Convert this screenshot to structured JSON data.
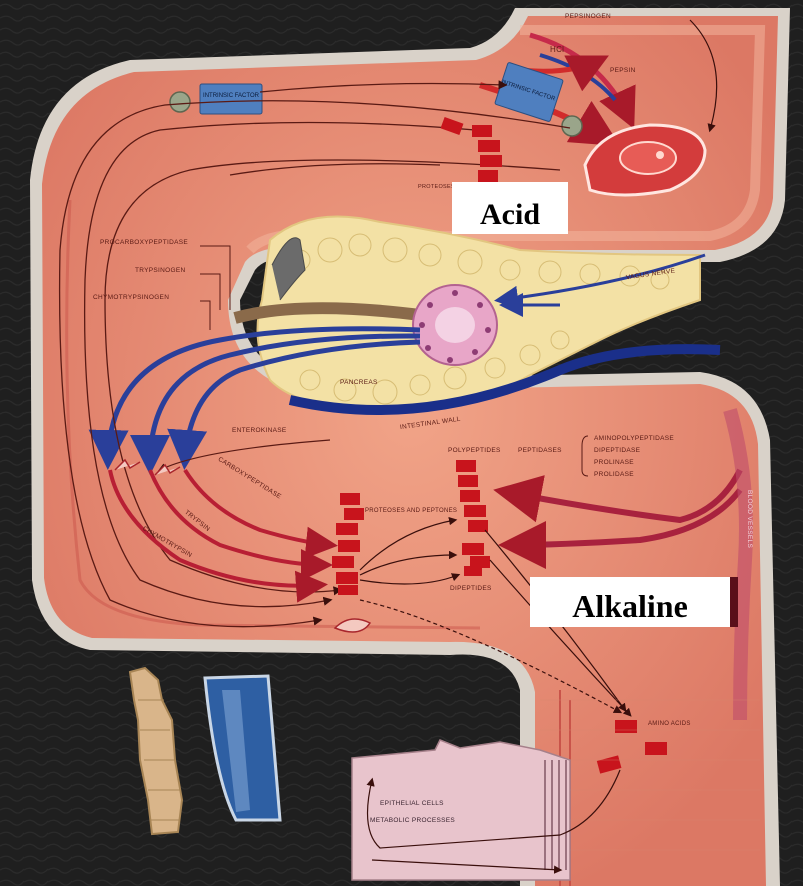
{
  "labels": {
    "acid": "Acid",
    "alkaline": "Alkaline",
    "pepsinogen": "PEPSINOGEN",
    "hcl": "HCl",
    "pepsin": "PEPSIN",
    "intrinsic_factor_1": "INTRINSIC FACTOR",
    "intrinsic_factor_2": "INTRINSIC FACTOR",
    "proteoses": "PROTEOSES AND PEPTONES",
    "procarboxypeptidase": "PROCARBOXYPEPTIDASE",
    "trypsinogen": "TRYPSINOGEN",
    "chymotrypsinogen": "CHYMOTRYPSINOGEN",
    "vagus": "VAGUS NERVE",
    "pancreas": "PANCREAS",
    "intestinal_wall": "INTESTINAL WALL",
    "enterokinase": "ENTEROKINASE",
    "carboxypeptidase": "CARBOXYPEPTIDASE",
    "trypsin": "TRYPSIN",
    "chymotrypsin": "CHYMOTRYPSIN",
    "polypeptides": "POLYPEPTIDES",
    "proteoses_peptones": "PROTEOSES AND PEPTONES",
    "peptidases": "PEPTIDASES",
    "aminopolypeptidase": "AMINOPOLYPEPTIDASE",
    "dipeptidase": "DIPEPTIDASE",
    "prolinase": "PROLINASE",
    "prolidase": "PROLIDASE",
    "dipeptides": "DIPEPTIDES",
    "amino_acids": "AMINO ACIDS",
    "epithelial_cells": "EPITHELIAL CELLS",
    "metabolic_processes": "METABOLIC PROCESSES",
    "blood_vessels": "BLOOD VESSELS"
  },
  "colors": {
    "background": "#1f1f1f",
    "tissue": "#e68a70",
    "tissue_dark": "#c9544a",
    "tissue_light": "#f4b79f",
    "outline": "#d9d2c9",
    "nerve_blue": "#2a3f9a",
    "arrow_red": "#b81f34",
    "peptide_block": "#c8141c",
    "pancreas": "#f3e1a5",
    "label_box": "#ffffff",
    "epithelium": "#e8c4cc"
  },
  "icons": {
    "stomach_food": "meat-slice-icon",
    "acinar_cells": "pancreatic-acinus-icon"
  }
}
